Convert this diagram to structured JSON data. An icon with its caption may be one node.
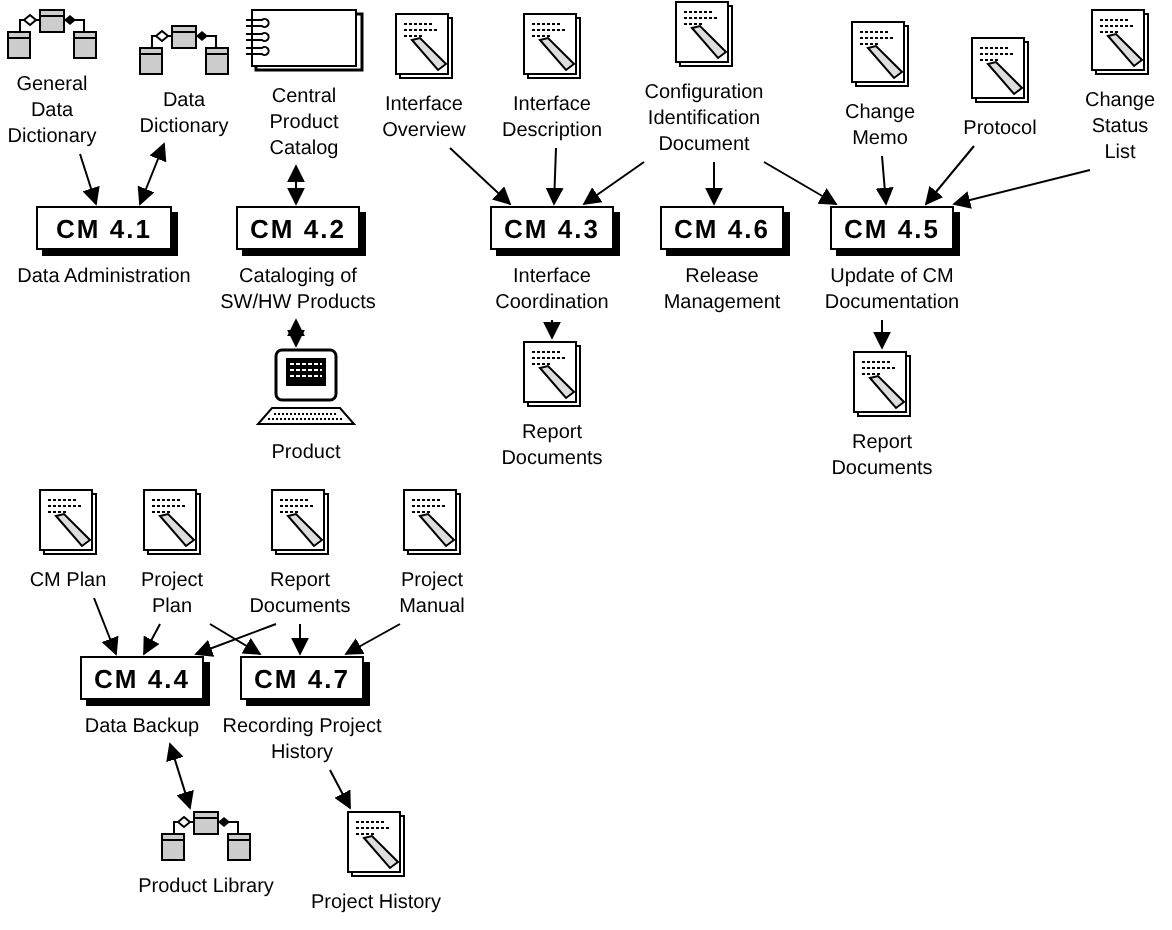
{
  "diagram": {
    "nodes": [
      {
        "text": [],
        "shape": "database",
        "beside": [
          "General Data Dictionary"
        ]
      },
      {
        "text": [],
        "shape": "database",
        "beside": [
          "Data Dictionary"
        ]
      },
      {
        "text": [],
        "shape": "notebook",
        "beside": [
          "Central Product Catalog"
        ]
      },
      {
        "text": [
          "CM 4.1"
        ],
        "beside": [
          "Data Administration"
        ]
      },
      {
        "text": [
          "CM 4.2"
        ],
        "beside": [
          "Cataloging of SW/HW Products"
        ]
      },
      {
        "text": [],
        "shape": "computer",
        "beside": [
          "Product"
        ]
      },
      {
        "text": [],
        "shape": "document",
        "beside": [
          "Interface Overview"
        ]
      },
      {
        "text": [],
        "shape": "document",
        "beside": [
          "Interface Description"
        ]
      },
      {
        "text": [],
        "shape": "document",
        "beside": [
          "Configuration Identification Document"
        ]
      },
      {
        "text": [],
        "shape": "document",
        "beside": [
          "Change Memo"
        ]
      },
      {
        "text": [],
        "shape": "document",
        "beside": [
          "Protocol"
        ]
      },
      {
        "text": [],
        "shape": "document",
        "beside": [
          "Change Status List"
        ]
      },
      {
        "text": [
          "CM 4.3"
        ],
        "beside": [
          "Interface Coordination"
        ]
      },
      {
        "text": [
          "CM 4.6"
        ],
        "beside": [
          "Release Management"
        ]
      },
      {
        "text": [
          "CM 4.5"
        ],
        "beside": [
          "Update of CM Documentation"
        ]
      },
      {
        "text": [],
        "shape": "document",
        "beside": [
          "Report Documents"
        ]
      },
      {
        "text": [],
        "shape": "document",
        "beside": [
          "Report Documents"
        ]
      },
      {
        "text": [],
        "shape": "document",
        "beside": [
          "CM Plan"
        ]
      },
      {
        "text": [],
        "shape": "document",
        "beside": [
          "Project Plan"
        ]
      },
      {
        "text": [],
        "shape": "document",
        "beside": [
          "Report Documents"
        ]
      },
      {
        "text": [],
        "shape": "document",
        "beside": [
          "Project Manual"
        ]
      },
      {
        "text": [
          "CM 4.4"
        ],
        "beside": [
          "Data Backup"
        ]
      },
      {
        "text": [
          "CM 4.7"
        ],
        "beside": [
          "Recording Project History"
        ]
      },
      {
        "text": [],
        "shape": "database",
        "beside": [
          "Product Library"
        ]
      },
      {
        "text": [],
        "shape": "document",
        "beside": [
          "Project History"
        ]
      }
    ],
    "edges": [
      {
        "from": 0,
        "to": 3,
        "arrow": "to"
      },
      {
        "from": 3,
        "to": 1,
        "arrow": "both"
      },
      {
        "from": 2,
        "to": 4,
        "arrow": "both"
      },
      {
        "from": 4,
        "to": 5,
        "arrow": "both"
      },
      {
        "from": 6,
        "to": 12,
        "arrow": "to"
      },
      {
        "from": 7,
        "to": 12,
        "arrow": "to"
      },
      {
        "from": 8,
        "to": 12,
        "arrow": "to"
      },
      {
        "from": 8,
        "to": 13,
        "arrow": "to"
      },
      {
        "from": 8,
        "to": 14,
        "arrow": "to"
      },
      {
        "from": 9,
        "to": 14,
        "arrow": "to"
      },
      {
        "from": 10,
        "to": 14,
        "arrow": "to"
      },
      {
        "from": 11,
        "to": 14,
        "arrow": "to"
      },
      {
        "from": 12,
        "to": 15,
        "arrow": "to"
      },
      {
        "from": 14,
        "to": 16,
        "arrow": "to"
      },
      {
        "from": 17,
        "to": 21,
        "arrow": "to"
      },
      {
        "from": 18,
        "to": 21,
        "arrow": "to"
      },
      {
        "from": 19,
        "to": 21,
        "arrow": "to"
      },
      {
        "from": 18,
        "to": 22,
        "arrow": "to"
      },
      {
        "from": 19,
        "to": 22,
        "arrow": "to"
      },
      {
        "from": 20,
        "to": 22,
        "arrow": "to"
      },
      {
        "from": 21,
        "to": 23,
        "arrow": "both"
      },
      {
        "from": 22,
        "to": 24,
        "arrow": "to"
      }
    ]
  }
}
